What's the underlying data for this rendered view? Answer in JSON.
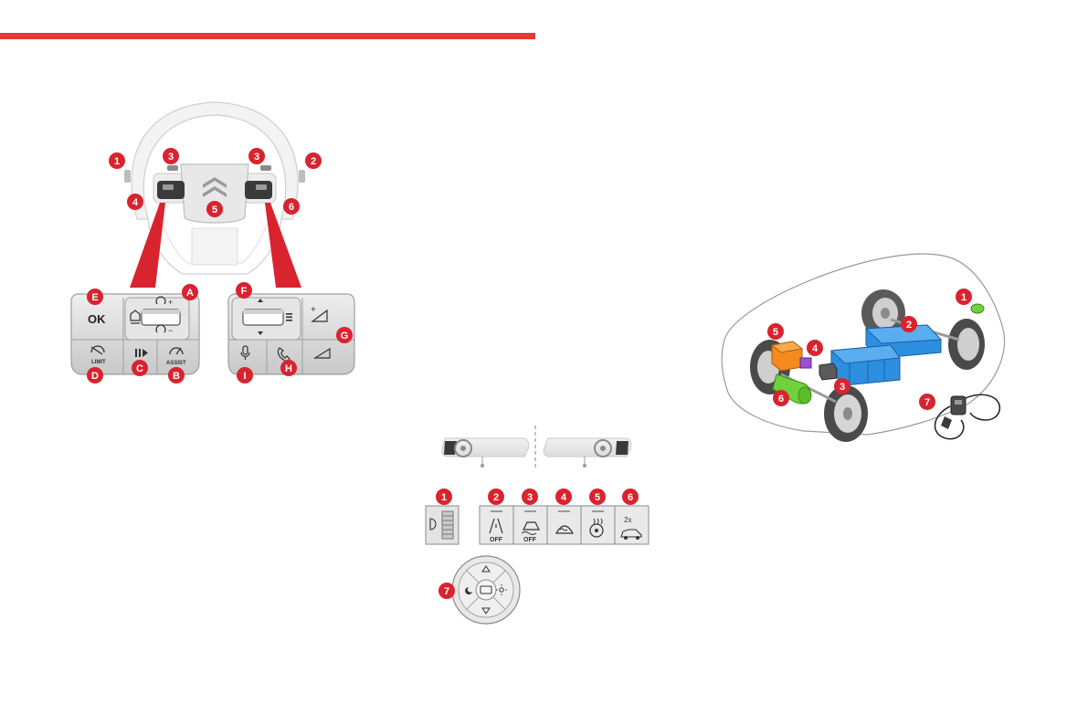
{
  "colors": {
    "accent": "#d9232e",
    "top_bar": "#e53935",
    "panel_gray": "#d9d9d9",
    "battery_blue": "#2c8fe0",
    "motor_green": "#6fd13b",
    "orange": "#f58a1f",
    "purple": "#9c4fd6"
  },
  "steering_diagram": {
    "wheel_badges": [
      "1",
      "2",
      "3",
      "3",
      "4",
      "5",
      "6"
    ],
    "left_panel": {
      "badges": [
        "E",
        "A",
        "D",
        "C",
        "B"
      ],
      "ok_label": "OK",
      "limit_label": "LIMIT",
      "assist_label": "ASSIST",
      "plus_sign": "+",
      "minus_sign": "−"
    },
    "right_panel": {
      "badges": [
        "F",
        "G",
        "I",
        "H"
      ]
    }
  },
  "controls_diagram": {
    "button_badges": [
      "1",
      "2",
      "3",
      "4",
      "5",
      "6"
    ],
    "off_label_2": "OFF",
    "off_label_3": "OFF",
    "two_x_label": "2x",
    "knob_badge": "7"
  },
  "car_diagram": {
    "badges": [
      "1",
      "2",
      "3",
      "4",
      "5",
      "6",
      "7"
    ]
  }
}
